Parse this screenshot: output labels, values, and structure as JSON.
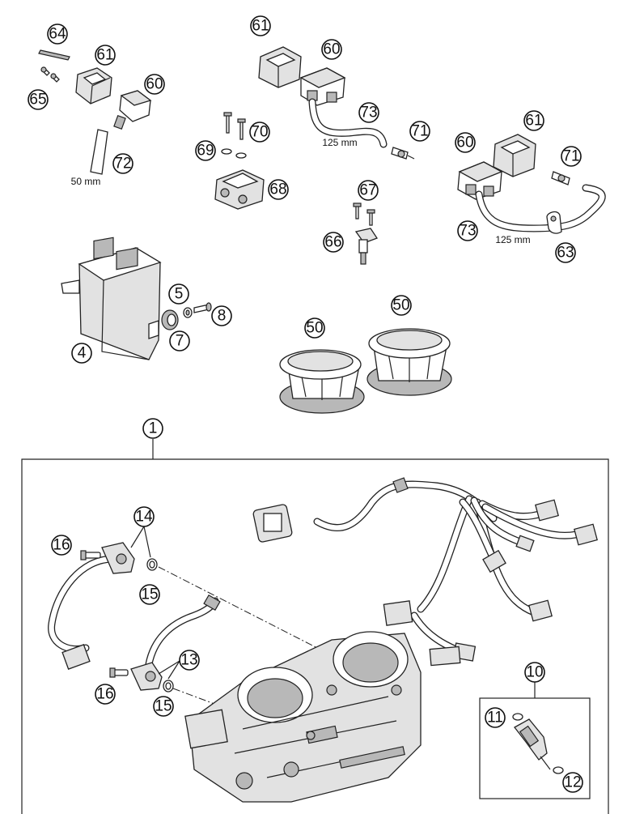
{
  "callouts": {
    "c64": "64",
    "c61a": "61",
    "c60a": "60",
    "c65": "65",
    "c72": "72",
    "c61b": "61",
    "c60b": "60",
    "c73a": "73",
    "c71a": "71",
    "c70": "70",
    "c69": "69",
    "c68": "68",
    "c67": "67",
    "c66": "66",
    "c61c": "61",
    "c60c": "60",
    "c71b": "71",
    "c73b": "73",
    "c63": "63",
    "c5": "5",
    "c8": "8",
    "c7": "7",
    "c4": "4",
    "c50a": "50",
    "c50b": "50",
    "c1": "1",
    "c14": "14",
    "c16a": "16",
    "c15a": "15",
    "c13": "13",
    "c16b": "16",
    "c15b": "15",
    "c10": "10",
    "c11": "11",
    "c12": "12"
  },
  "dimensions": {
    "hose_short": "50 mm",
    "hose_long_a": "125 mm",
    "hose_long_b": "125 mm"
  }
}
